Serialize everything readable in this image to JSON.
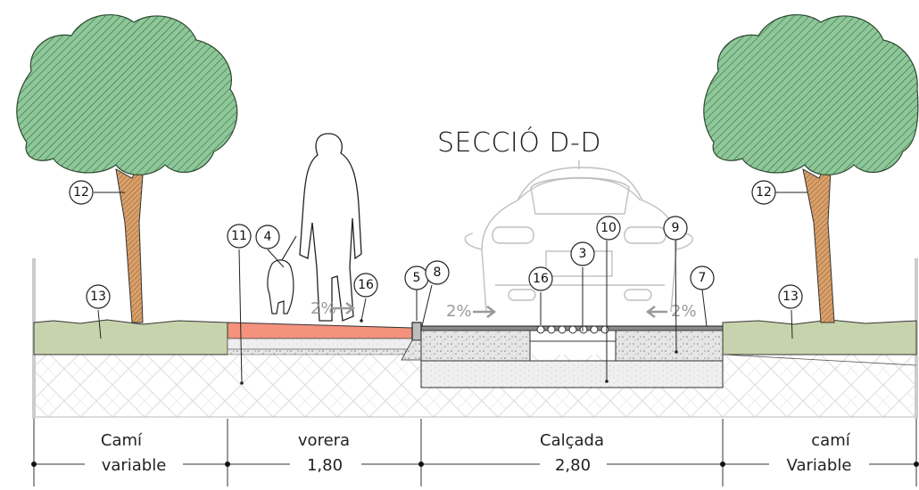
{
  "title": "SECCIÓ D-D",
  "colors": {
    "tree_crown": "#8fc79a",
    "tree_trunk": "#d9a06a",
    "grass": "#c7d3ac",
    "sidewalk": "#f4927d",
    "subbase": "#e4e4e4",
    "asphalt": "#8a8a8a",
    "line": "#222222"
  },
  "slopes": [
    {
      "text": "2%"
    },
    {
      "text": "2%"
    },
    {
      "text": "2%"
    }
  ],
  "callouts": [
    {
      "id": "12",
      "label": "12"
    },
    {
      "id": "13",
      "label": "13"
    },
    {
      "id": "11",
      "label": "11"
    },
    {
      "id": "4",
      "label": "4"
    },
    {
      "id": "16",
      "label": "16"
    },
    {
      "id": "5",
      "label": "5"
    },
    {
      "id": "8",
      "label": "8"
    },
    {
      "id": "16b",
      "label": "16"
    },
    {
      "id": "3",
      "label": "3"
    },
    {
      "id": "10",
      "label": "10"
    },
    {
      "id": "9",
      "label": "9"
    },
    {
      "id": "7",
      "label": "7"
    },
    {
      "id": "12b",
      "label": "12"
    },
    {
      "id": "13b",
      "label": "13"
    }
  ],
  "dimensions": [
    {
      "name": "Camí",
      "value": "variable"
    },
    {
      "name": "vorera",
      "value": "1,80"
    },
    {
      "name": "Calçada",
      "value": "2,80"
    },
    {
      "name": "camí",
      "value": "Variable"
    }
  ]
}
